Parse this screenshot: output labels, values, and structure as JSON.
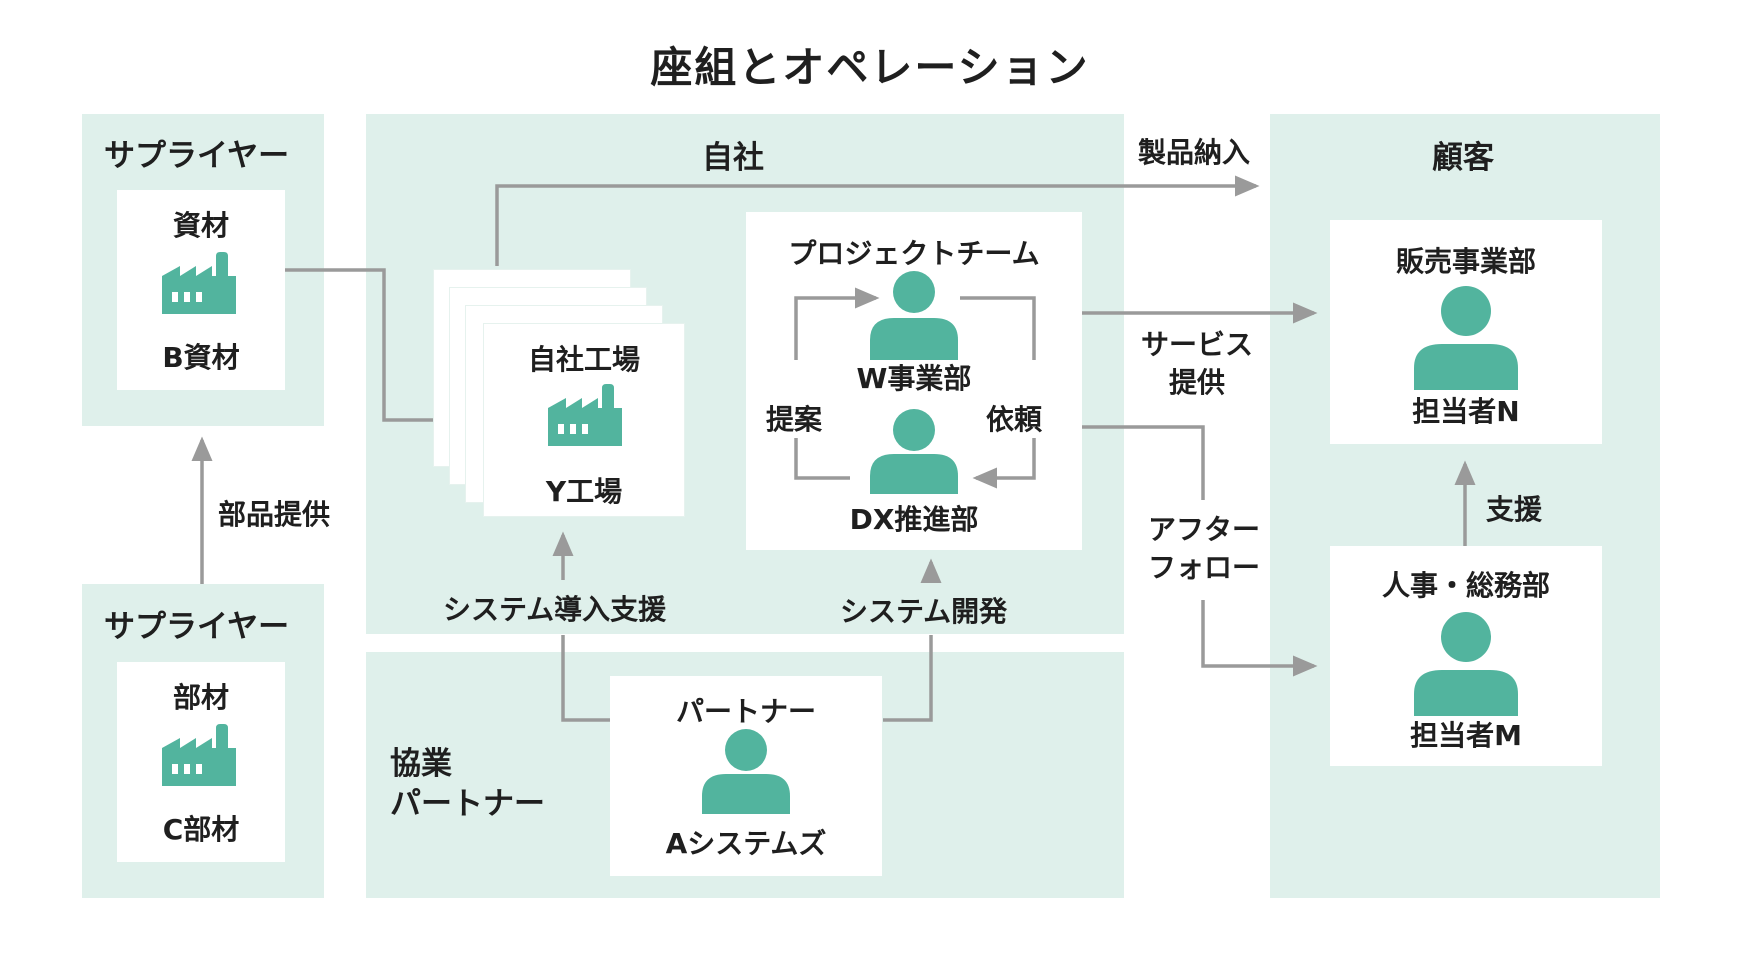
{
  "title": "座組とオペレーション",
  "colors": {
    "accent": "#52b49e",
    "region": "#dff0eb",
    "arrow": "#9a9a9a"
  },
  "supplier_top": {
    "title": "サプライヤー",
    "card_heading": "資材",
    "card_name": "B資材",
    "icon": "factory-icon"
  },
  "supplier_bottom": {
    "title": "サプライヤー",
    "card_heading": "部材",
    "card_name": "C部材",
    "icon": "factory-icon"
  },
  "company": {
    "title": "自社",
    "factory": {
      "heading": "自社工場",
      "name": "Y工場",
      "icon": "factory-icon"
    },
    "project_team": {
      "heading": "プロジェクトチーム",
      "member1": "W事業部",
      "member2": "DX推進部",
      "left_label": "提案",
      "right_label": "依頼",
      "icon": "person-icon"
    }
  },
  "partner_region": {
    "title_line1": "協業",
    "title_line2": "パートナー",
    "card_heading": "パートナー",
    "card_name": "Aシステムズ",
    "icon": "person-icon"
  },
  "customer": {
    "title": "顧客",
    "sales": {
      "heading": "販売事業部",
      "name": "担当者N",
      "icon": "person-icon"
    },
    "hr": {
      "heading": "人事・総務部",
      "name": "担当者M",
      "icon": "person-icon"
    }
  },
  "arrows": {
    "parts_supply": "部品提供",
    "product_delivery": "製品納入",
    "service_line1": "サービス",
    "service_line2": "提供",
    "after_line1": "アフター",
    "after_line2": "フォロー",
    "support": "支援",
    "system_intro": "システム導入支援",
    "system_dev": "システム開発"
  }
}
